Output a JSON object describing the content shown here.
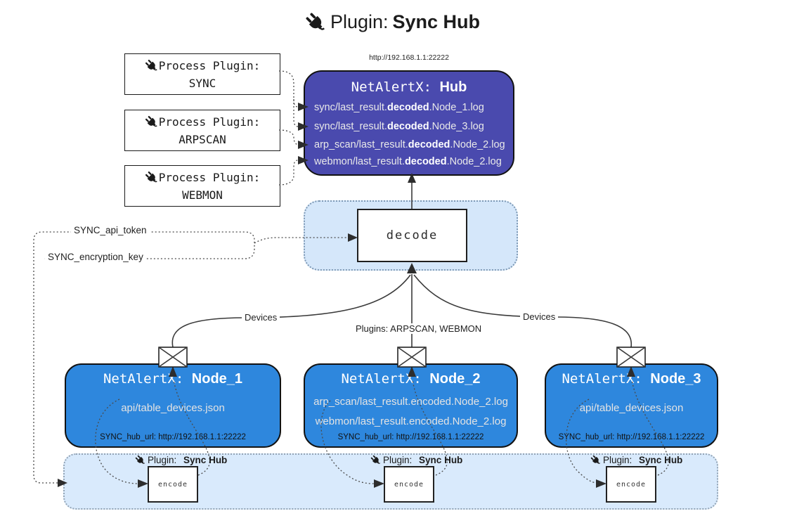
{
  "title": {
    "prefix": "Plugin:",
    "bold": "Sync Hub"
  },
  "process_plugins": [
    {
      "line1": "Process Plugin:",
      "name": "SYNC"
    },
    {
      "line1": "Process Plugin:",
      "name": "ARPSCAN"
    },
    {
      "line1": "Process Plugin:",
      "name": "WEBMON"
    }
  ],
  "hub": {
    "url": "http://192.168.1.1:22222",
    "title_prefix": "NetAlertX: ",
    "title_bold": "Hub",
    "entries": [
      {
        "pre": "sync/last_result.",
        "bold": "decoded",
        "post": ".Node_1.log"
      },
      {
        "pre": "sync/last_result.",
        "bold": "decoded",
        "post": ".Node_3.log"
      },
      {
        "pre": "arp_scan/last_result.",
        "bold": "decoded",
        "post": ".Node_2.log"
      },
      {
        "pre": "webmon/last_result.",
        "bold": "decoded",
        "post": ".Node_2.log"
      }
    ]
  },
  "decode_block": {
    "label": "decode"
  },
  "config_labels": {
    "api_token": "SYNC_api_token",
    "encryption_key": "SYNC_encryption_key"
  },
  "edge_labels": {
    "devices_left": "Devices",
    "plugins_mid": "Plugins: ARPSCAN, WEBMON",
    "devices_right": "Devices"
  },
  "nodes": [
    {
      "title_prefix": "NetAlertX: ",
      "title_bold": "Node_1",
      "lines": [
        "api/table_devices.json"
      ],
      "hub_url": "SYNC_hub_url: http://192.168.1.1:22222"
    },
    {
      "title_prefix": "NetAlertX: ",
      "title_bold": "Node_2",
      "lines": [
        "arp_scan/last_result.encoded.Node_2.log",
        "webmon/last_result.encoded.Node_2.log"
      ],
      "hub_url": "SYNC_hub_url: http://192.168.1.1:22222"
    },
    {
      "title_prefix": "NetAlertX: ",
      "title_bold": "Node_3",
      "lines": [
        "api/table_devices.json"
      ],
      "hub_url": "SYNC_hub_url: http://192.168.1.1:22222"
    }
  ],
  "encode_band": {
    "plugin_label_prefix": "Plugin:",
    "plugin_label_bold": "Sync Hub",
    "encode_label": "encode"
  },
  "colors": {
    "hub_bg": "#4a4aae",
    "node_bg": "#2e87dd",
    "band_bg": "#d9eafc",
    "decode_container_bg": "#d5e7fa"
  }
}
